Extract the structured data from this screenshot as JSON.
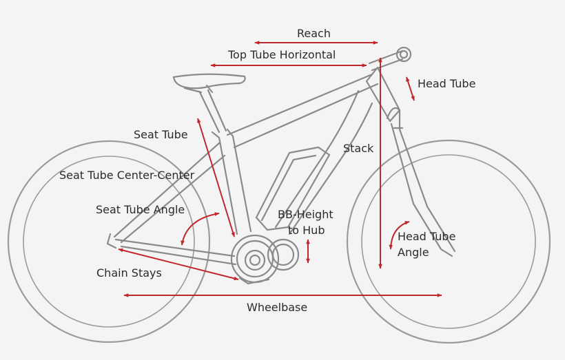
{
  "labels": {
    "reach": "Reach",
    "top_tube_horizontal": "Top Tube Horizontal",
    "head_tube": "Head Tube",
    "seat_tube": "Seat Tube",
    "stack": "Stack",
    "seat_tube_center_center": "Seat Tube Center-Center",
    "seat_tube_angle": "Seat Tube Angle",
    "bb_height_line1": "BB-Height",
    "bb_height_line2": "to Hub",
    "head_tube_angle_line1": "Head Tube",
    "head_tube_angle_line2": "Angle",
    "chain_stays": "Chain Stays",
    "wheelbase": "Wheelbase"
  },
  "colors": {
    "arrow": "#c0272d",
    "frame": "#8a8a8a",
    "text": "#2b2b2b",
    "background": "#f4f4f4"
  }
}
